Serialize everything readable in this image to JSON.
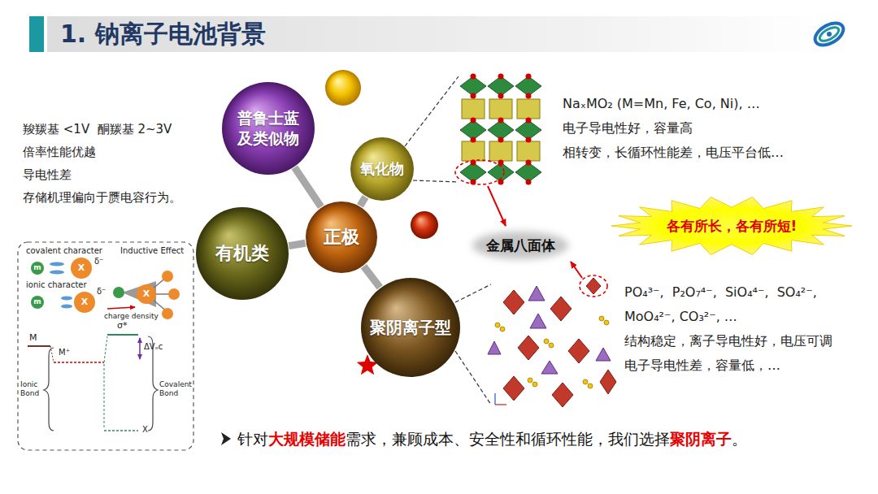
{
  "diagram": {
    "title": "1. 钠离子电池背景",
    "nodes": [
      {
        "text": [
          "正极"
        ]
      },
      {
        "text": [
          "普鲁士蓝及类似物"
        ]
      },
      {
        "text": [
          "氧化物"
        ]
      },
      {
        "text": [
          "有机类"
        ]
      },
      {
        "text": [
          "聚阴离子型"
        ]
      },
      {
        "text": [
          "各有所长，各有所短!"
        ]
      },
      {
        "text": [
          "金属八面体"
        ]
      }
    ],
    "edges": [
      {
        "from": 0,
        "to": 1,
        "arrow": "none"
      },
      {
        "from": 0,
        "to": 2,
        "arrow": "none"
      },
      {
        "from": 0,
        "to": 3,
        "arrow": "none"
      },
      {
        "from": 0,
        "to": 4,
        "arrow": "none"
      }
    ],
    "labels": [
      "羧羰基 <1V  酮羰基 2~3V",
      "倍率性能优越",
      "导电性差",
      "存储机理偏向于赝电容行为。",
      "NaₓMO₂ (M=Mn, Fe, Co, Ni), …",
      "电子导电性好，容量高",
      "相转变，长循环性能差，电压平台低…",
      "PO₄³⁻,  P₂O₇⁴⁻,  SiO₄⁴⁻,  SO₄²⁻,",
      "MoO₄²⁻, CO₃²⁻, …",
      "结构稳定，离子导电性好，电压可调",
      "电子导电性差，容量低，…",
      "针对",
      "大规模储能",
      "需求，兼顾成本、安全性和循环性能，我们选择",
      "聚阴离子",
      "。",
      "covalent character",
      "Inductive Effect",
      "ionic character",
      "charge density",
      "δ⁻",
      "δ⁻",
      "X",
      "X",
      "X",
      "M",
      "M⁺",
      "σ*",
      "ΔVₒc",
      "Ionic Bond",
      "Covalent Bond",
      "X",
      "m",
      "m"
    ]
  }
}
